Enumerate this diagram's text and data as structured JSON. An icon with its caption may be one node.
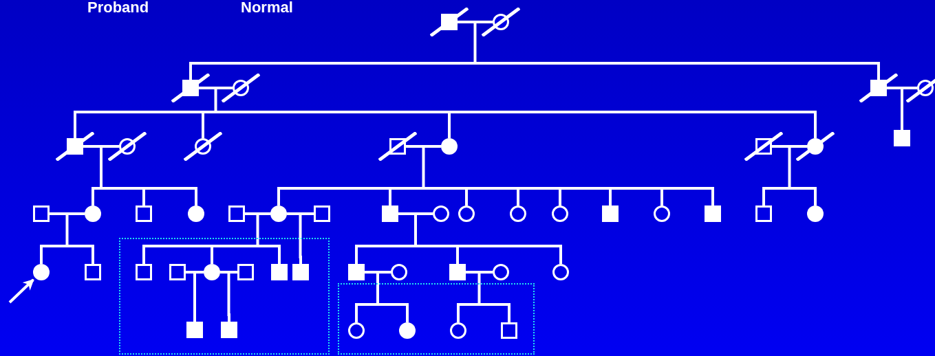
{
  "diagram": {
    "nodes": [
      {
        "text": [],
        "shape": "filled-crossed-square"
      },
      {
        "text": [],
        "shape": "crossed-circle"
      },
      {
        "text": [],
        "shape": "filled-crossed-square"
      },
      {
        "text": [],
        "shape": "crossed-circle"
      },
      {
        "text": [],
        "shape": "filled-crossed-square"
      },
      {
        "text": [],
        "shape": "crossed-circle"
      },
      {
        "text": [],
        "shape": "filled-square"
      },
      {
        "text": [],
        "shape": "filled-crossed-square"
      },
      {
        "text": [],
        "shape": "crossed-circle"
      },
      {
        "text": [],
        "shape": "crossed-circle"
      },
      {
        "text": [],
        "shape": "crossed-square"
      },
      {
        "text": [],
        "shape": "filled-circle"
      },
      {
        "text": [],
        "shape": "crossed-square"
      },
      {
        "text": [],
        "shape": "filled-crossed-circle"
      },
      {
        "text": [],
        "shape": "square"
      },
      {
        "text": [],
        "shape": "filled-circle"
      },
      {
        "text": [],
        "shape": "square"
      },
      {
        "text": [],
        "shape": "filled-circle"
      },
      {
        "text": [],
        "shape": "square"
      },
      {
        "text": [],
        "shape": "filled-circle"
      },
      {
        "text": [],
        "shape": "square"
      },
      {
        "text": [],
        "shape": "filled-square"
      },
      {
        "text": [],
        "shape": "circle"
      },
      {
        "text": [],
        "shape": "circle"
      },
      {
        "text": [],
        "shape": "circle"
      },
      {
        "text": [],
        "shape": "circle"
      },
      {
        "text": [],
        "shape": "filled-square"
      },
      {
        "text": [],
        "shape": "circle"
      },
      {
        "text": [],
        "shape": "filled-square"
      },
      {
        "text": [],
        "shape": "square"
      },
      {
        "text": [],
        "shape": "filled-circle"
      },
      {
        "text": [],
        "shape": "filled-circle"
      },
      {
        "text": [],
        "shape": "square"
      },
      {
        "text": [],
        "shape": "box"
      },
      {
        "text": [],
        "shape": "square",
        "in": 33
      },
      {
        "text": [],
        "shape": "square",
        "in": 33
      },
      {
        "text": [],
        "shape": "filled-circle",
        "in": 33
      },
      {
        "text": [],
        "shape": "square",
        "in": 33
      },
      {
        "text": [],
        "shape": "filled-square",
        "in": 33
      },
      {
        "text": [],
        "shape": "filled-square",
        "in": 33
      },
      {
        "text": [],
        "shape": "filled-square"
      },
      {
        "text": [],
        "shape": "circle"
      },
      {
        "text": [],
        "shape": "filled-square"
      },
      {
        "text": [],
        "shape": "circle"
      },
      {
        "text": [],
        "shape": "circle"
      },
      {
        "text": [],
        "shape": "filled-square",
        "in": 33
      },
      {
        "text": [],
        "shape": "filled-square",
        "in": 33
      },
      {
        "text": [],
        "shape": "box"
      },
      {
        "text": [],
        "shape": "circle",
        "in": 47
      },
      {
        "text": [],
        "shape": "filled-circle",
        "in": 47
      },
      {
        "text": [],
        "shape": "circle",
        "in": 47
      },
      {
        "text": [],
        "shape": "square",
        "in": 47
      }
    ],
    "edges": [
      {
        "from": 0,
        "to": 1,
        "arrow": "none"
      },
      {
        "from": 2,
        "to": 3,
        "arrow": "none"
      },
      {
        "from": 4,
        "to": 5,
        "arrow": "none"
      },
      {
        "from": 7,
        "to": 8,
        "arrow": "none"
      },
      {
        "from": 10,
        "to": 11,
        "arrow": "none"
      },
      {
        "from": 12,
        "to": 13,
        "arrow": "none"
      },
      {
        "from": 14,
        "to": 15,
        "arrow": "none"
      },
      {
        "from": 18,
        "to": 19,
        "arrow": "none"
      },
      {
        "from": 19,
        "to": 20,
        "arrow": "none"
      },
      {
        "from": 21,
        "to": 22,
        "arrow": "none"
      },
      {
        "from": 35,
        "to": 36,
        "arrow": "none"
      },
      {
        "from": 36,
        "to": 37,
        "arrow": "none"
      },
      {
        "from": 40,
        "to": 41,
        "arrow": "none"
      },
      {
        "from": 42,
        "to": 43,
        "arrow": "none"
      },
      {
        "from": 0,
        "to": 2,
        "arrow": "none"
      },
      {
        "from": 0,
        "to": 4,
        "arrow": "none"
      },
      {
        "from": 2,
        "to": 7,
        "arrow": "none"
      },
      {
        "from": 2,
        "to": 9,
        "arrow": "none"
      },
      {
        "from": 2,
        "to": 11,
        "arrow": "none"
      },
      {
        "from": 2,
        "to": 13,
        "arrow": "none"
      },
      {
        "from": 4,
        "to": 6,
        "arrow": "none"
      },
      {
        "from": 7,
        "to": 15,
        "arrow": "none"
      },
      {
        "from": 7,
        "to": 16,
        "arrow": "none"
      },
      {
        "from": 7,
        "to": 17,
        "arrow": "none"
      },
      {
        "from": 11,
        "to": 19,
        "arrow": "none"
      },
      {
        "from": 11,
        "to": 21,
        "arrow": "none"
      },
      {
        "from": 11,
        "to": 23,
        "arrow": "none"
      },
      {
        "from": 11,
        "to": 24,
        "arrow": "none"
      },
      {
        "from": 11,
        "to": 25,
        "arrow": "none"
      },
      {
        "from": 11,
        "to": 26,
        "arrow": "none"
      },
      {
        "from": 11,
        "to": 27,
        "arrow": "none"
      },
      {
        "from": 11,
        "to": 28,
        "arrow": "none"
      },
      {
        "from": 13,
        "to": 29,
        "arrow": "none"
      },
      {
        "from": 13,
        "to": 30,
        "arrow": "none"
      },
      {
        "from": 15,
        "to": 31,
        "arrow": "none"
      },
      {
        "from": 15,
        "to": 32,
        "arrow": "none"
      },
      {
        "from": 19,
        "to": 34,
        "arrow": "none"
      },
      {
        "from": 19,
        "to": 36,
        "arrow": "none"
      },
      {
        "from": 19,
        "to": 38,
        "arrow": "none"
      },
      {
        "from": 19,
        "to": 39,
        "arrow": "none"
      },
      {
        "from": 21,
        "to": 40,
        "arrow": "none"
      },
      {
        "from": 21,
        "to": 42,
        "arrow": "none"
      },
      {
        "from": 21,
        "to": 44,
        "arrow": "none"
      },
      {
        "from": 36,
        "to": 45,
        "arrow": "none"
      },
      {
        "from": 36,
        "to": 46,
        "arrow": "none"
      },
      {
        "from": 40,
        "to": 48,
        "arrow": "none"
      },
      {
        "from": 40,
        "to": 49,
        "arrow": "none"
      },
      {
        "from": 42,
        "to": 50,
        "arrow": "none"
      },
      {
        "from": 42,
        "to": 51,
        "arrow": "none"
      },
      {
        "from": null,
        "to": 31,
        "arrow": "to"
      }
    ],
    "labels": [
      "Proband",
      "Normal"
    ]
  }
}
